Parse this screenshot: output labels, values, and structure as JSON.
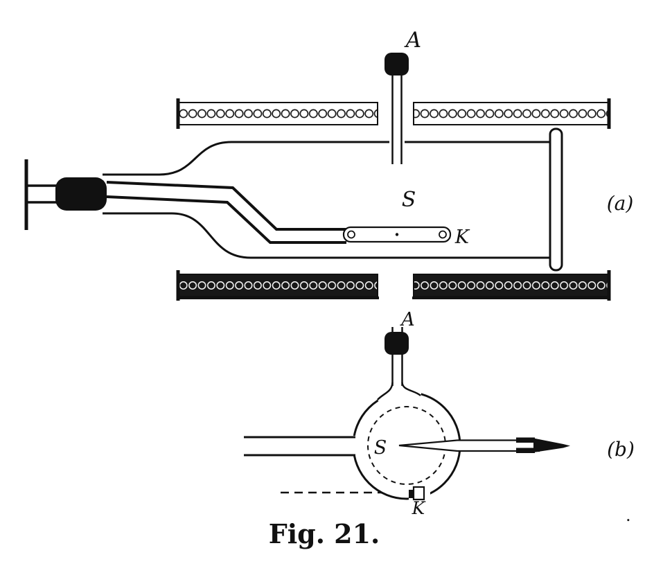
{
  "figure": {
    "caption": "Fig. 21.",
    "panel_a": {
      "panel_label": "(a)",
      "inlet_label": "A",
      "chamber_label": "S",
      "boat_label": "K"
    },
    "panel_b": {
      "panel_label": "(b)",
      "inlet_label": "A",
      "chamber_label": "S",
      "marker_label": "K"
    },
    "stray_period": "."
  }
}
